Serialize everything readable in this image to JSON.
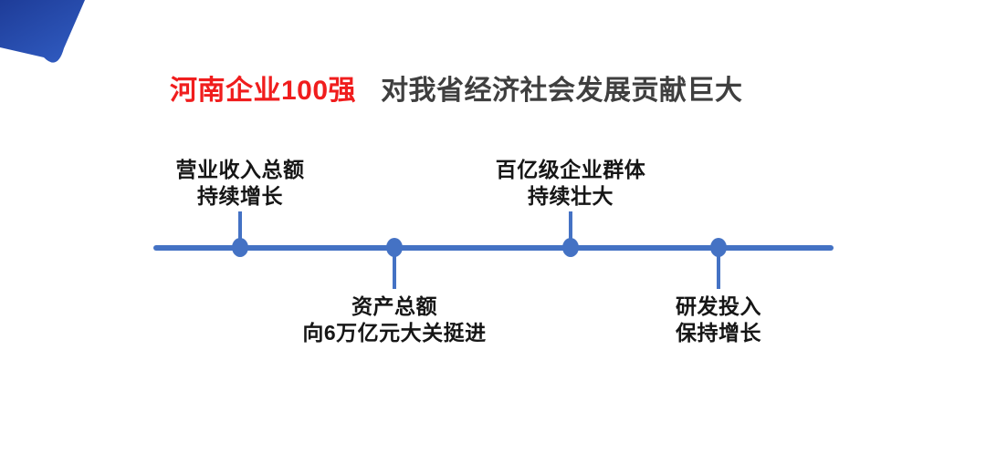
{
  "title": {
    "highlight": "河南企业100强",
    "rest": "对我省经济社会发展贡献巨大"
  },
  "timeline": {
    "milestones": [
      {
        "line1": "营业收入总额",
        "line2": "持续增长",
        "position": "above"
      },
      {
        "line1": "资产总额",
        "line2": "向6万亿元大关挺进",
        "position": "below"
      },
      {
        "line1": "百亿级企业群体",
        "line2": "持续壮大",
        "position": "above"
      },
      {
        "line1": "研发投入",
        "line2": "保持增长",
        "position": "below"
      }
    ]
  },
  "colors": {
    "accent_blue": "#4472C4",
    "title_red": "#F01D1D",
    "title_gray": "#3F3F3F",
    "label_black": "#161616",
    "corner_gradient_start": "#1E3C98",
    "corner_gradient_end": "#2F5ABF"
  }
}
